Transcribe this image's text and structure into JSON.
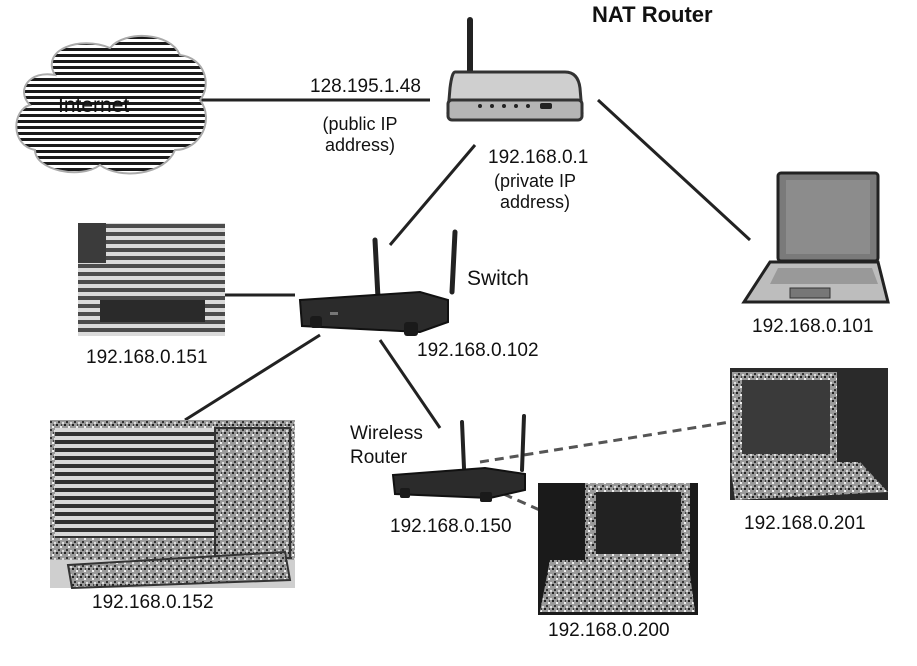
{
  "title": "NAT Router",
  "internet": {
    "label": "Internet"
  },
  "nat_router": {
    "public_ip": "128.195.1.48",
    "public_note_line1": "(public IP",
    "public_note_line2": "address)",
    "private_ip": "192.168.0.1",
    "private_note_line1": "(private IP",
    "private_note_line2": "address)"
  },
  "switch": {
    "label": "Switch",
    "ip": "192.168.0.102"
  },
  "printer": {
    "ip": "192.168.0.151"
  },
  "desktop": {
    "ip": "192.168.0.152"
  },
  "laptop_nat": {
    "ip": "192.168.0.101"
  },
  "wireless_router": {
    "label_line1": "Wireless",
    "label_line2": "Router",
    "ip": "192.168.0.150"
  },
  "laptop_wireless_1": {
    "ip": "192.168.0.200"
  },
  "laptop_wireless_2": {
    "ip": "192.168.0.201"
  },
  "colors": {
    "line": "#222222",
    "device_dark": "#2b2b2b",
    "device_light": "#dcdcdc",
    "noise_dark": "#1e1e1e"
  }
}
